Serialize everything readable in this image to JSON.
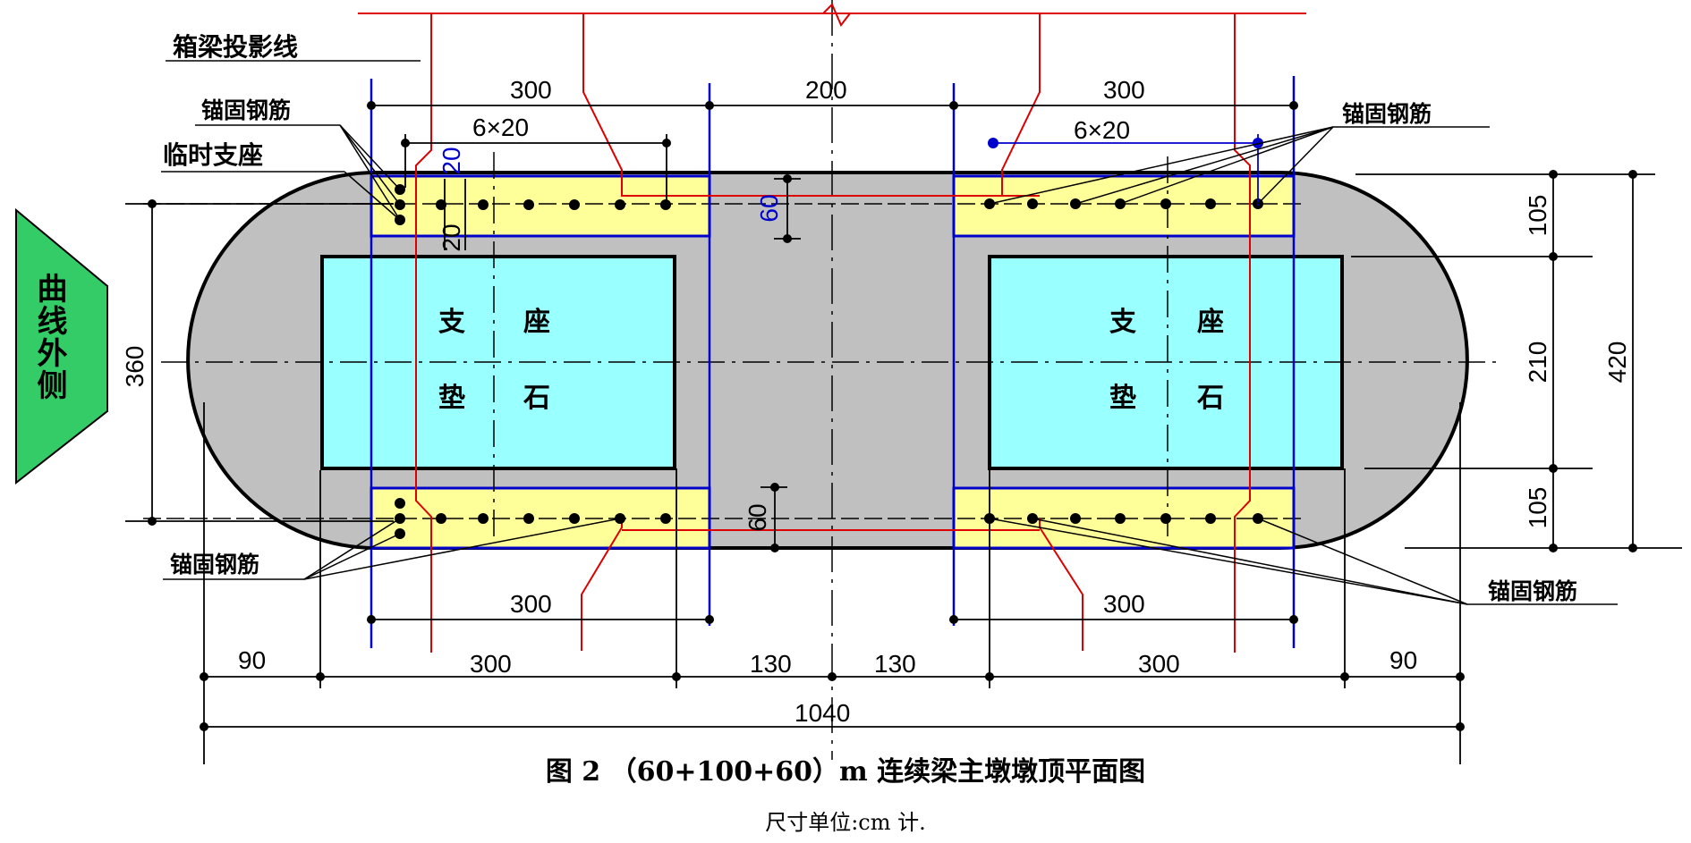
{
  "labels": {
    "box_girder_projection": "箱梁投影线",
    "anchor_bar": "锚固钢筋",
    "temp_bearing": "临时支座",
    "bearing_pad_1": "支",
    "bearing_pad_2": "座",
    "bearing_pad_3": "垫",
    "bearing_pad_4": "石",
    "curve_outer_side": "曲线外侧",
    "anchor_spacing": "6×20"
  },
  "dimensions": {
    "top_300_left": "300",
    "top_200": "200",
    "top_300_right": "300",
    "bot_300_left": "300",
    "bot_300_right": "300",
    "bot_90_left": "90",
    "bot_300_a": "300",
    "bot_130_a": "130",
    "bot_130_b": "130",
    "bot_300_b": "300",
    "bot_90_right": "90",
    "total_1040": "1040",
    "left_360": "360",
    "right_105_top": "105",
    "right_210": "210",
    "right_105_bot": "105",
    "right_420": "420",
    "small_60_a": "60",
    "small_60_b": "60",
    "small_20_a": "20",
    "small_20_b": "20"
  },
  "caption": {
    "title": "图 2 （60+100+60）m 连续梁主墩墩顶平面图",
    "unit_note": "尺寸单位:cm 计."
  },
  "colors": {
    "pier": "#c0c0c0",
    "bearing_pad": "#99ffff",
    "temp_bearing": "#ffff99",
    "blue_line": "#0000cc",
    "red_line": "#dd0000",
    "arrow_fill": "#33cc66"
  }
}
